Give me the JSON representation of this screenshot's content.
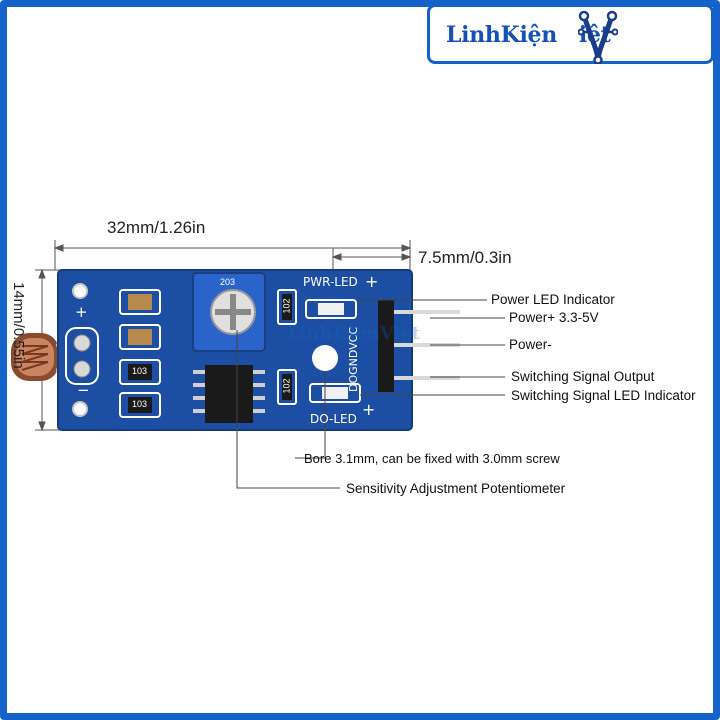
{
  "brand": {
    "name": "LinhKiện",
    "suffix": "iệt",
    "watermark": "LinhKiệnViệt",
    "color": "#1461c9"
  },
  "dimensions": {
    "width": "32mm/1.26in",
    "height": "14mm/0.55in",
    "pin_length": "7.5mm/0.3in"
  },
  "board": {
    "color": "#1c4fa3",
    "pwr_led_label": "PWR-LED",
    "do_led_label": "DO-LED",
    "pin_labels": "DOGNDVCC",
    "plus_sign": "+",
    "minus_sign": "−",
    "resistor_codes": [
      "102",
      "102",
      "103",
      "103"
    ],
    "pot_code": "203"
  },
  "callouts": {
    "power_led": "Power LED Indicator",
    "power_plus": "Power+ 3.3-5V",
    "power_minus": "Power-",
    "switching_output": "Switching Signal Output",
    "switching_led": "Switching Signal LED Indicator",
    "bore": "Bore 3.1mm, can be fixed with 3.0mm screw",
    "sensitivity": "Sensitivity Adjustment Potentiometer"
  }
}
